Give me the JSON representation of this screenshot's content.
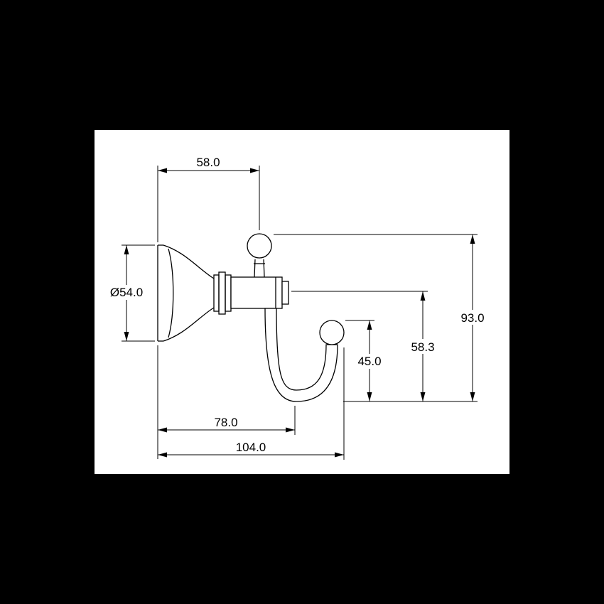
{
  "page": {
    "background_color": "#000000",
    "canvas_color": "#ffffff",
    "line_color": "#000000"
  },
  "drawing": {
    "type": "technical-dimension-drawing",
    "subject": "wall-mounted robe hook, side elevation",
    "dimensions": {
      "top_width": "58.0",
      "flange_diameter": "Ø54.0",
      "overall_height": "93.0",
      "axis_height": "58.3",
      "hook_tip_height": "45.0",
      "hook_reach": "78.0",
      "overall_depth": "104.0"
    }
  }
}
